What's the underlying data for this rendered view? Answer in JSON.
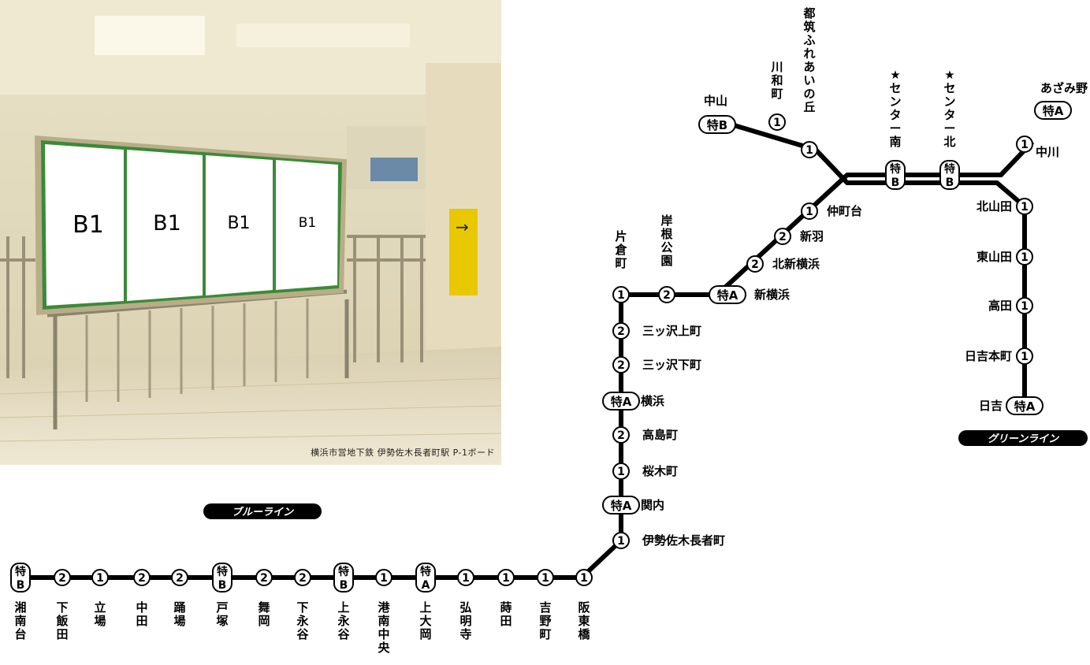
{
  "photo": {
    "panels": [
      "B1",
      "B1",
      "B1",
      "B1"
    ],
    "caption": "横浜市営地下鉄 伊勢佐木長者町駅 P-1ボード"
  },
  "lines": {
    "blue_title": "ブルーライン",
    "green_title": "グリーンライン"
  },
  "blue_bottom": [
    {
      "name": "湘南台",
      "rank": "特B"
    },
    {
      "name": "下飯田",
      "rank": "2"
    },
    {
      "name": "立場",
      "rank": "1"
    },
    {
      "name": "中田",
      "rank": "2"
    },
    {
      "name": "踊場",
      "rank": "2"
    },
    {
      "name": "戸塚",
      "rank": "特B"
    },
    {
      "name": "舞岡",
      "rank": "2"
    },
    {
      "name": "下永谷",
      "rank": "2"
    },
    {
      "name": "上永谷",
      "rank": "特B"
    },
    {
      "name": "港南中央",
      "rank": "1"
    },
    {
      "name": "上大岡",
      "rank": "特A"
    },
    {
      "name": "弘明寺",
      "rank": "1"
    },
    {
      "name": "蒔田",
      "rank": "1"
    },
    {
      "name": "吉野町",
      "rank": "1"
    },
    {
      "name": "阪東橋",
      "rank": "1"
    }
  ],
  "blue_vertical": [
    {
      "name": "伊勢佐木長者町",
      "rank": "1"
    },
    {
      "name": "関内",
      "rank": "特A"
    },
    {
      "name": "桜木町",
      "rank": "1"
    },
    {
      "name": "高島町",
      "rank": "2"
    },
    {
      "name": "横浜",
      "rank": "特A"
    },
    {
      "name": "三ッ沢下町",
      "rank": "2"
    },
    {
      "name": "三ッ沢上町",
      "rank": "2"
    },
    {
      "name": "片倉町",
      "rank": "1"
    }
  ],
  "blue_upper": [
    {
      "name": "岸根公園",
      "rank": "2"
    },
    {
      "name": "新横浜",
      "rank": "特A"
    },
    {
      "name": "北新横浜",
      "rank": "2"
    },
    {
      "name": "新羽",
      "rank": "2"
    },
    {
      "name": "仲町台",
      "rank": "1"
    },
    {
      "name": "★センター南",
      "rank": "特B"
    },
    {
      "name": "★センター北",
      "rank": "特B"
    }
  ],
  "green_line": [
    {
      "name": "中山",
      "rank": "特B"
    },
    {
      "name": "川和町",
      "rank": "1"
    },
    {
      "name": "都筑ふれあいの丘",
      "rank": "1"
    },
    {
      "name": "中川",
      "rank": "1"
    },
    {
      "name": "あざみ野",
      "rank": "特A"
    },
    {
      "name": "北山田",
      "rank": "1"
    },
    {
      "name": "東山田",
      "rank": "1"
    },
    {
      "name": "高田",
      "rank": "1"
    },
    {
      "name": "日吉本町",
      "rank": "1"
    },
    {
      "name": "日吉",
      "rank": "特A"
    }
  ],
  "colors": {
    "line": "#000000",
    "panel_border": "#3a8a3a",
    "title_bg": "#000000"
  }
}
